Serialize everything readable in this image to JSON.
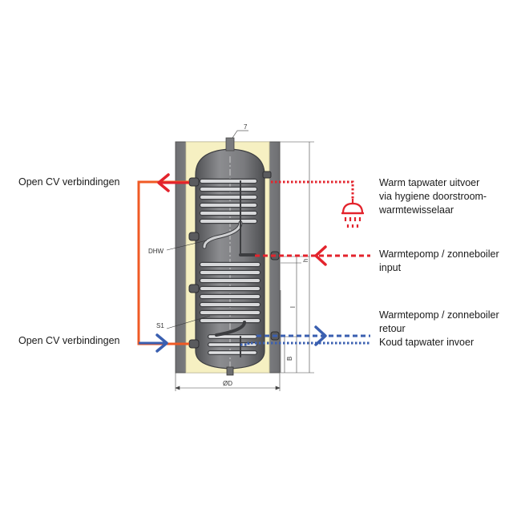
{
  "labels": {
    "open_cv_top": "Open CV verbindingen",
    "open_cv_bottom": "Open CV verbindingen",
    "warm_tap_line1": "Warm tapwater uitvoer",
    "warm_tap_line2": "via hygiene doorstroom-",
    "warm_tap_line3": "warmtewisselaar",
    "hp_input_line1": "Warmtepomp / zonneboiler",
    "hp_input_line2": "input",
    "hp_return_line1": "Warmtepomp / zonneboiler",
    "hp_return_line2": "retour",
    "cold_tap": "Koud tapwater invoer"
  },
  "dimensions": {
    "top_fitting": "7",
    "dhw": "DHW",
    "s1": "S1",
    "diameter": "ØD",
    "height_b": "B",
    "length_l": "l",
    "height_h": "h"
  },
  "colors": {
    "hot": "#e3232c",
    "cold": "#3a5fb0",
    "cv_line": "#f05a24",
    "insulation": "#f6f0c2",
    "casing": "#8e8f92",
    "tank": "#6f7073"
  }
}
